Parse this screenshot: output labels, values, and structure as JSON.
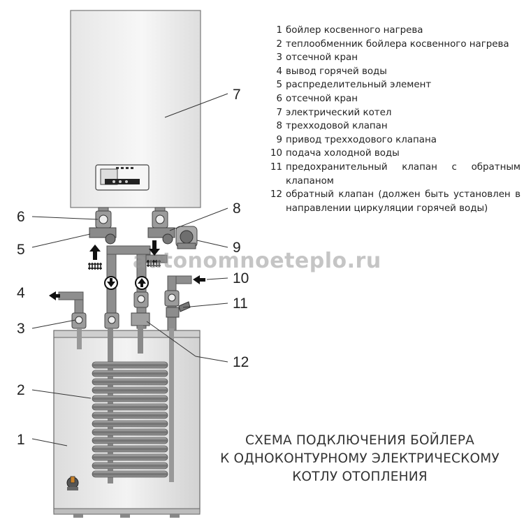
{
  "legend": [
    {
      "n": "1",
      "text": "бойлер косвенного нагрева"
    },
    {
      "n": "2",
      "text": "теплообменник бойлера косвенного нагрева"
    },
    {
      "n": "3",
      "text": "отсечной кран"
    },
    {
      "n": "4",
      "text": "вывод горячей воды"
    },
    {
      "n": "5",
      "text": "распределительный элемент"
    },
    {
      "n": "6",
      "text": "отсечной кран"
    },
    {
      "n": "7",
      "text": "электрический котел"
    },
    {
      "n": "8",
      "text": "трехходовой клапан"
    },
    {
      "n": "9",
      "text": "привод трехходового клапана"
    },
    {
      "n": "10",
      "text": "подача холодной воды"
    },
    {
      "n": "11",
      "text": "предохранительный клапан с обратным клапаном"
    },
    {
      "n": "12",
      "text": "обратный клапан (должен быть установлен в направлении циркуляции горячей воды)"
    }
  ],
  "callouts": {
    "c1": "1",
    "c2": "2",
    "c3": "3",
    "c4": "4",
    "c5": "5",
    "c6": "6",
    "c7": "7",
    "c8": "8",
    "c9": "9",
    "c10": "10",
    "c11": "11",
    "c12": "12"
  },
  "caption": {
    "line1": "СХЕМА ПОДКЛЮЧЕНИЯ БОЙЛЕРА",
    "line2": "К ОДНОКОНТУРНОМУ ЭЛЕКТРИЧЕСКОМУ",
    "line3": "КОТЛУ ОТОПЛЕНИЯ"
  },
  "watermark": "autonomnoeteplo.ru",
  "colors": {
    "metal": "#8a8a8a",
    "panel": "#f2f2f2",
    "outline": "#555555"
  }
}
